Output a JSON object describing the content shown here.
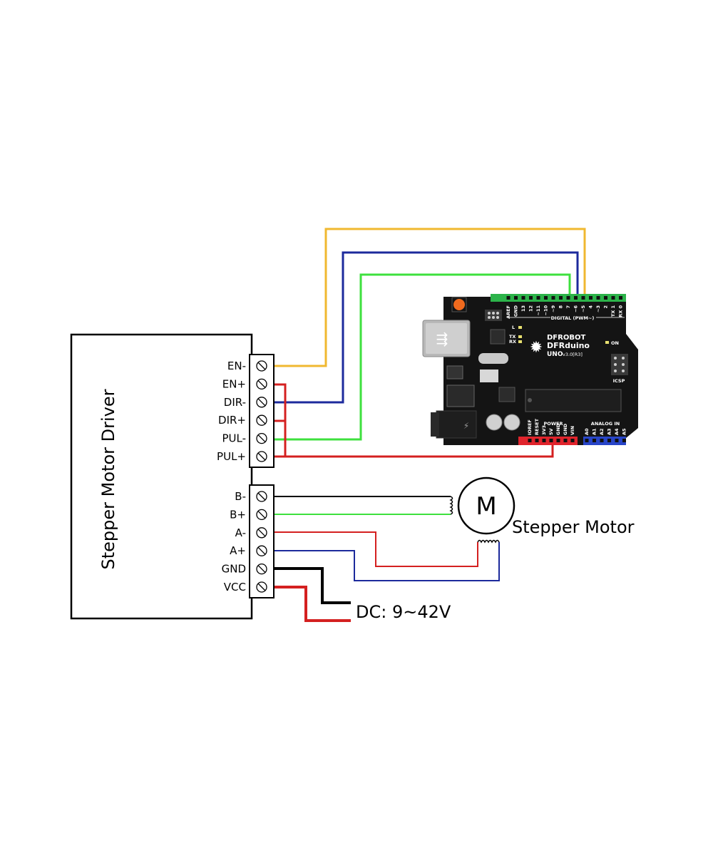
{
  "driver": {
    "title": "Stepper Motor Driver",
    "control_terminals": [
      "EN-",
      "EN+",
      "DIR-",
      "DIR+",
      "PUL-",
      "PUL+"
    ],
    "power_terminals": [
      "B-",
      "B+",
      "A-",
      "A+",
      "GND",
      "VCC"
    ]
  },
  "motor": {
    "symbol": "M",
    "label": "Stepper Motor"
  },
  "power_supply": {
    "label": "DC: 9~42V"
  },
  "board": {
    "brand": "DFROBOT",
    "model": "DFRduino",
    "version": "UNO",
    "revision": "v3.0[R3]",
    "digital_label": "DIGITAL (PWM~)",
    "power_label": "POWER",
    "analog_label": "ANALOG IN",
    "icsp_label": "ICSP",
    "on_label": "ON",
    "led_labels": [
      "L",
      "TX",
      "RX"
    ],
    "digital_pins": [
      "AREF",
      "GND",
      "13",
      "12",
      "~11",
      "~10",
      "~9",
      "8",
      "7",
      "~6",
      "~5",
      "4",
      "~3",
      "2",
      "TX 1",
      "RX 0"
    ],
    "power_pins": [
      "IOREF",
      "RESET",
      "3V3",
      "5V",
      "GND",
      "GND",
      "VIN"
    ],
    "analog_pins": [
      "A0",
      "A1",
      "A2",
      "A3",
      "A4",
      "A5"
    ]
  },
  "colors": {
    "enable_wire": "#f0b830",
    "dir_wire": "#1c2a9c",
    "pul_wire": "#3ee03e",
    "positive_wire": "#d42020",
    "ground_wire": "#000000",
    "board": "#141414",
    "digital_header": "#2cb34a",
    "power_header": "#e0242c",
    "analog_header": "#2845c8"
  }
}
